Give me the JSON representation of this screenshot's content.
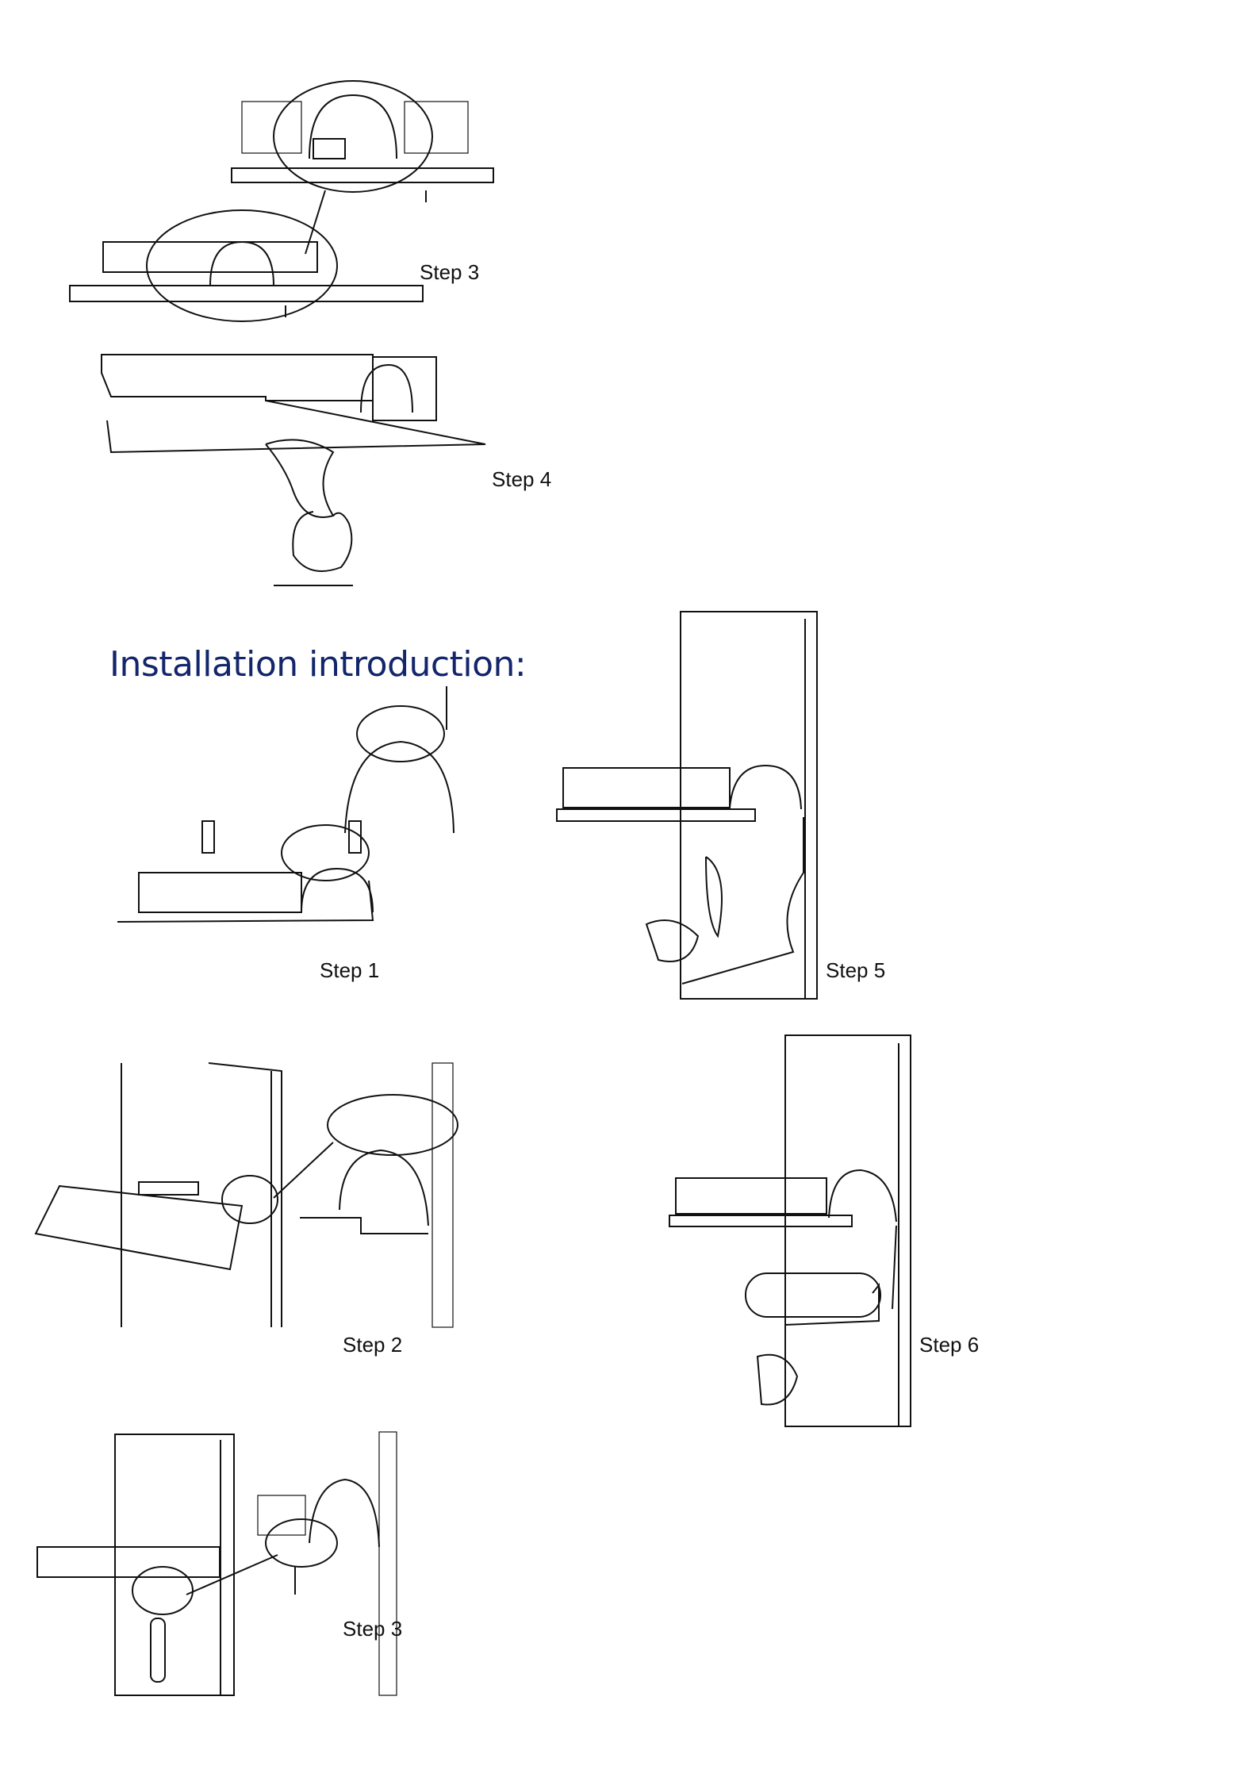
{
  "title": "Installation introduction:",
  "steps": {
    "top_step3": "Step 3",
    "top_step4": "Step 4",
    "step1": "Step 1",
    "step5": "Step 5",
    "step2": "Step 2",
    "step6": "Step 6",
    "bottom_step3": "Step 3"
  }
}
